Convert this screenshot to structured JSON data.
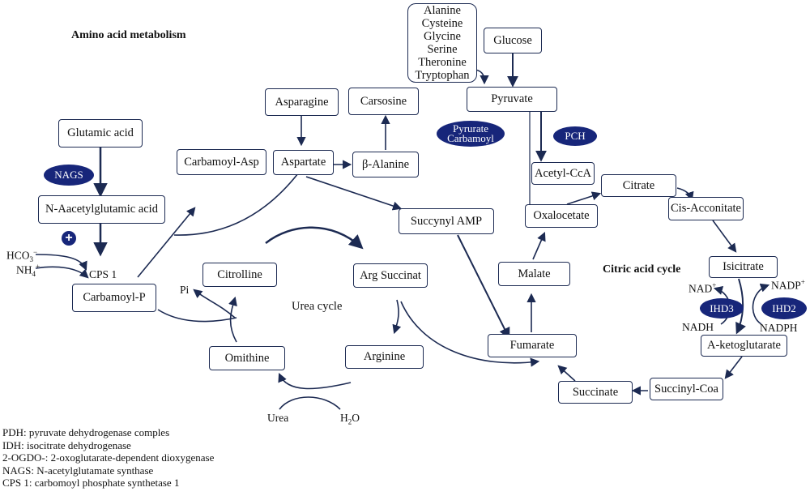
{
  "title": "Amino acid metabolism",
  "cycle_labels": {
    "urea": "Urea cycle",
    "citric": "Citric acid cycle"
  },
  "nodes": {
    "amino_acids": [
      "Alanine",
      "Cysteine",
      "Glycine",
      "Serine",
      "Theronine",
      "Tryptophan"
    ],
    "glucose": "Glucose",
    "pyruvate": "Pyruvate",
    "asparagine": "Asparagine",
    "carsosine": "Carsosine",
    "glutamic_acid": "Glutamic acid",
    "carbamoyl_asp": "Carbamoyl-Asp",
    "aspartate": "Aspartate",
    "beta_alanine": "β-Alanine",
    "acetyl_coa": "Acetyl-CcA",
    "citrate": "Citrate",
    "n_acetylglutamic_acid": "N-Aacetylglutamic acid",
    "oxalocetate": "Oxalocetate",
    "cis_acconitate": "Cis-Acconitate",
    "succynyl_amp": "Succynyl AMP",
    "citrolline": "Citrolline",
    "arg_succinat": "Arg Succinat",
    "malate": "Malate",
    "isicitrate": "Isicitrate",
    "carbamoyl_p": "Carbamoyl-P",
    "fumarate": "Fumarate",
    "a_ketoglutarate": "A-ketoglutarate",
    "omithine": "Omithine",
    "arginine": "Arginine",
    "succinate": "Succinate",
    "succinyl_coa": "Succinyl-Coa"
  },
  "enzymes": {
    "nags": "NAGS",
    "pyrurate_carbamoyl": [
      "Pyrurate",
      "Carbamoyl"
    ],
    "pch": "PCH",
    "ihd3": "IHD3",
    "ihd2": "IHD2"
  },
  "labels": {
    "hco3": {
      "base": "HCO",
      "sub": "3",
      "sup": "−"
    },
    "nh4": {
      "base": "NH",
      "sub": "4",
      "sup": "+"
    },
    "cps1": "CPS 1",
    "pi": "Pi",
    "urea": "Urea",
    "h2o": {
      "base": "H",
      "sub": "2",
      "tail": "O"
    },
    "nad": {
      "base": "NAD",
      "sup": "+"
    },
    "nadp": {
      "base": "NADP",
      "sup": "+"
    },
    "nadh": "NADH",
    "nadph": "NADPH",
    "plus": "+"
  },
  "legend": [
    "PDH: pyruvate dehydrogenase comples",
    "IDH: isocitrate dehydrogenase",
    "2-OGDO-: 2-oxoglutarate-dependent dioxygenase",
    "NAGS: N-acetylglutamate synthase",
    "CPS 1: carbomoyl phosphate synthetase 1"
  ],
  "colors": {
    "node_border": "#1c2a52",
    "arrow": "#1c2a52",
    "enzyme_fill": "#17267a"
  }
}
